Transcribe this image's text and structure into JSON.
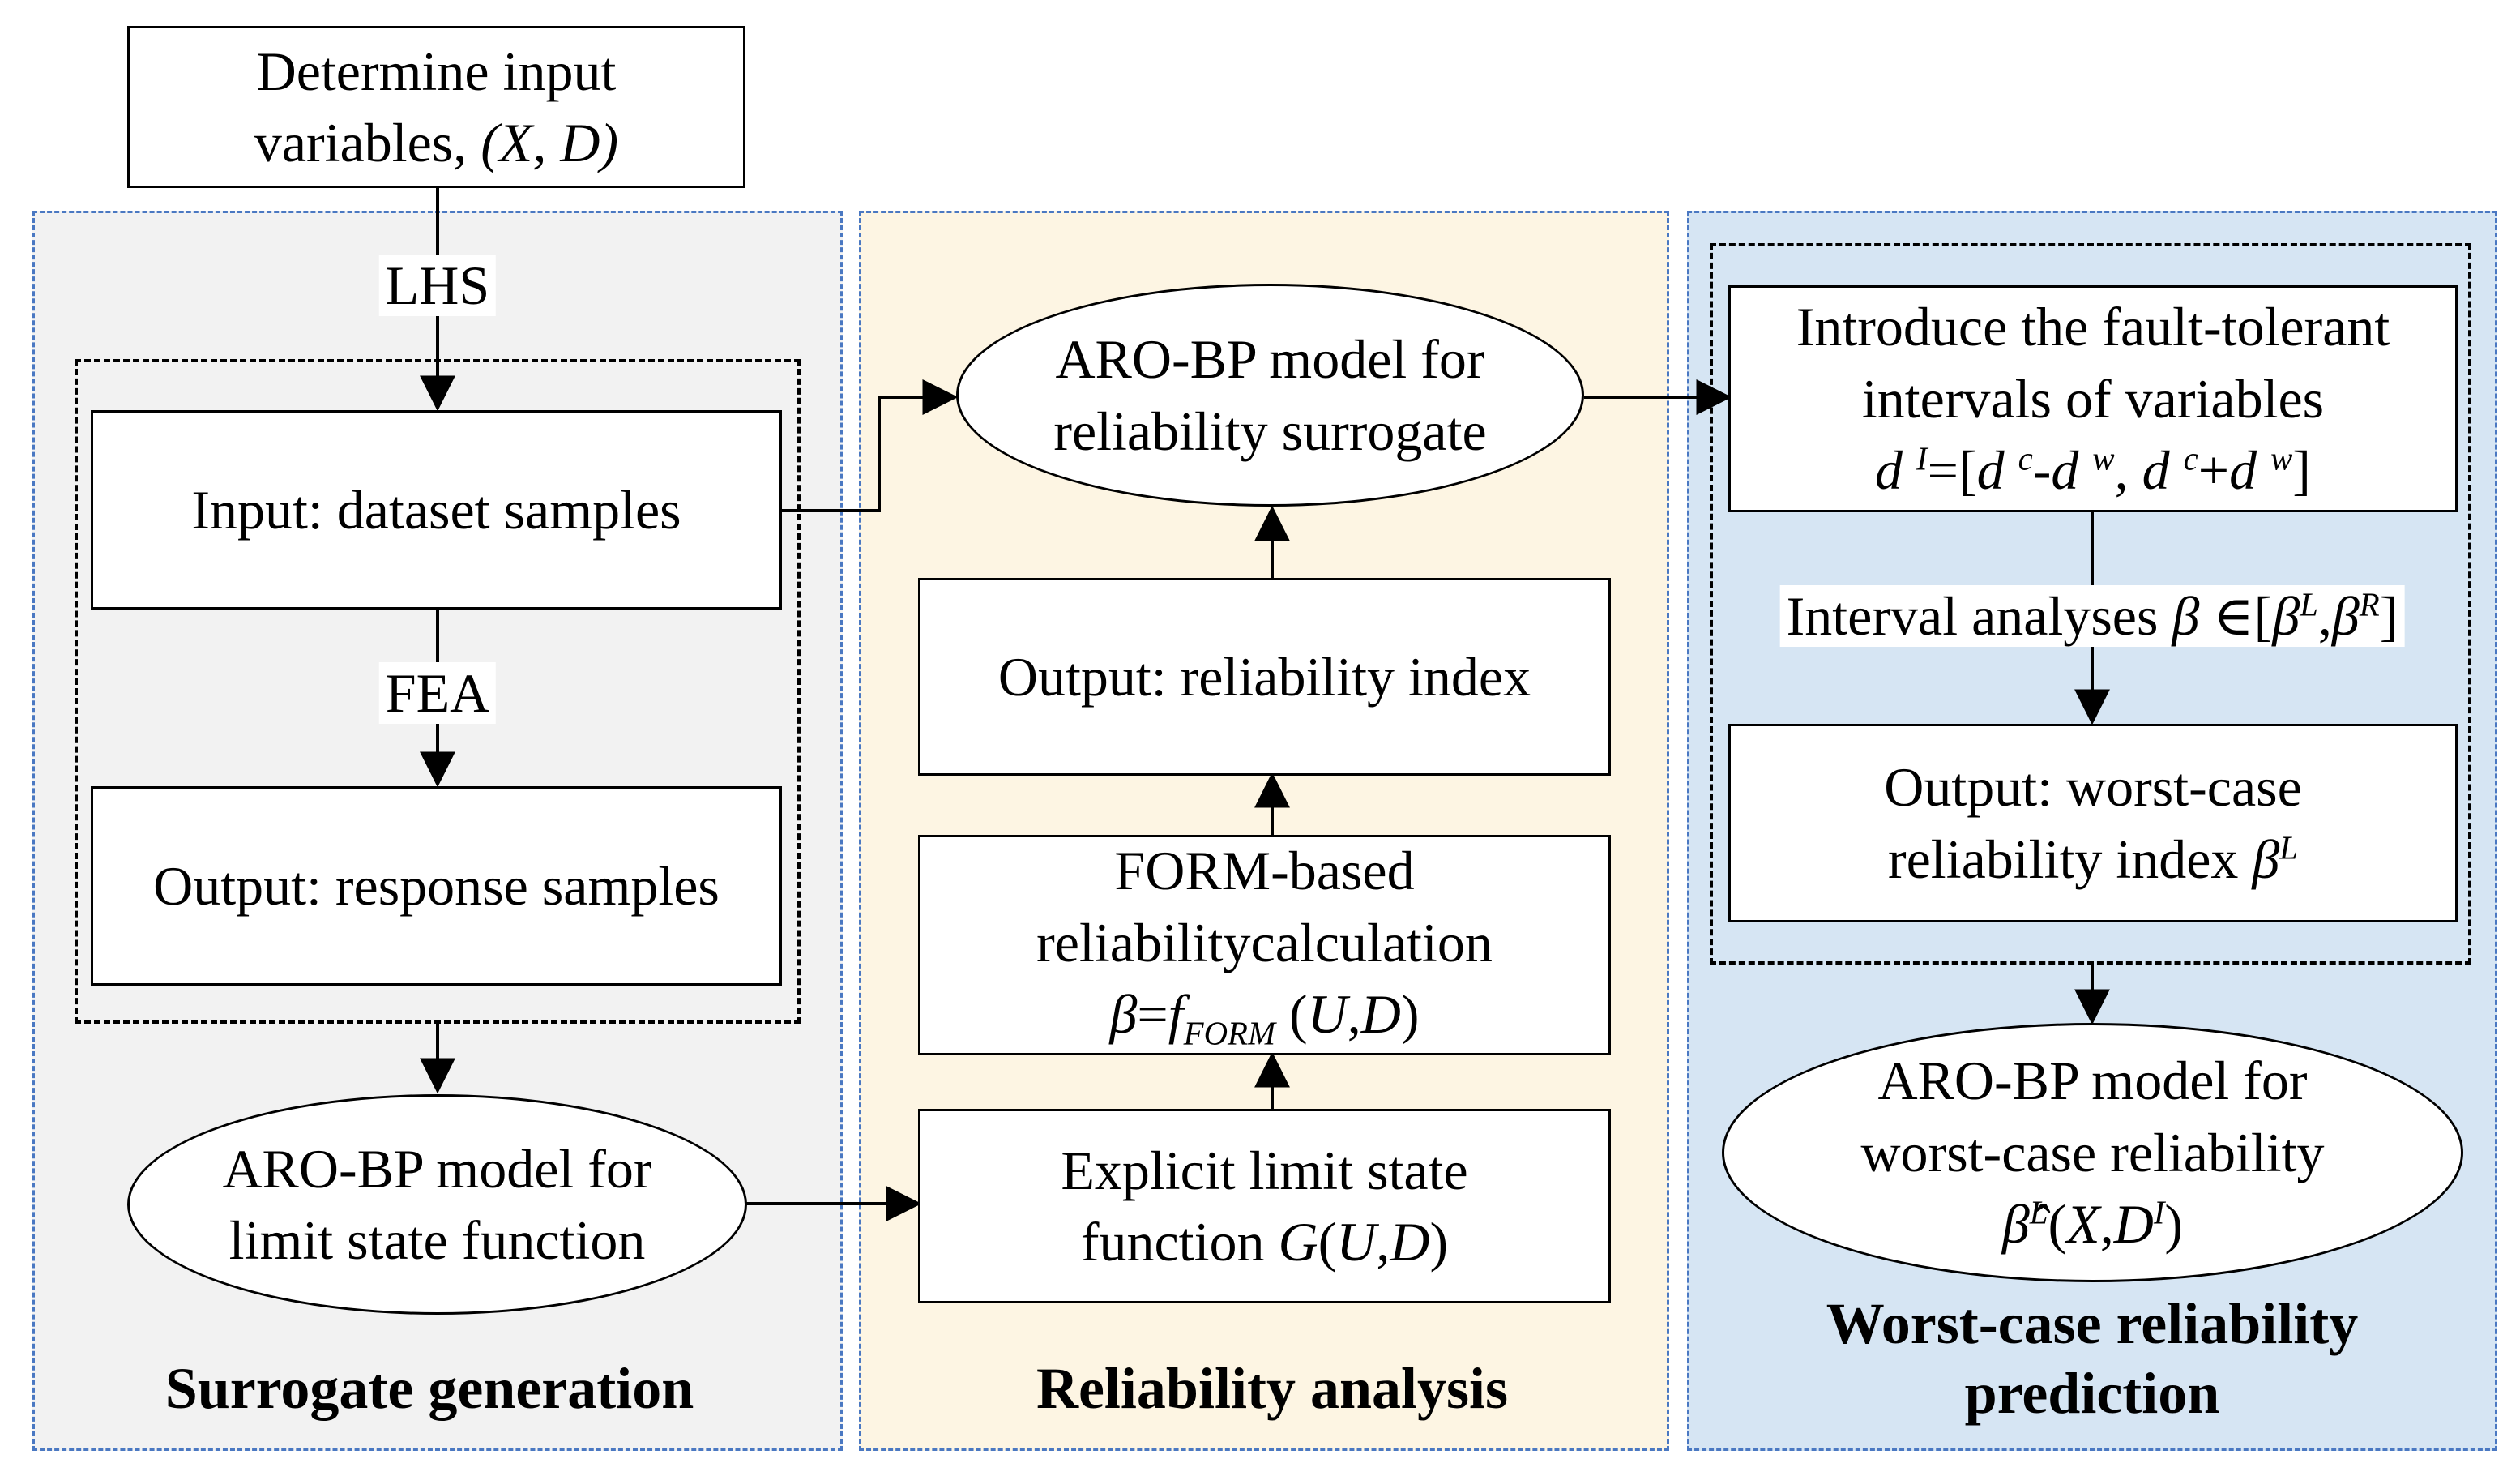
{
  "start": {
    "line1": "Determine input",
    "line2_text": "variables, ",
    "line2_math": "(X, D)"
  },
  "panels": {
    "surrogate": {
      "title": "Surrogate generation",
      "color": "#f2f2f2"
    },
    "reliability": {
      "title": "Reliability analysis",
      "color": "#fdf5e3"
    },
    "worst": {
      "title_line1": "Worst-case reliability",
      "title_line2": "prediction",
      "color": "#d6e5f3"
    }
  },
  "edges": {
    "lhs": "LHS",
    "fea": "FEA",
    "interval_text": "Interval analyses "
  },
  "surrogate": {
    "input_samples": "Input: dataset samples",
    "output_samples": "Output: response samples",
    "limit_model_line1": "ARO-BP model for",
    "limit_model_line2": "limit state function"
  },
  "reliability": {
    "surrogate_model_line1": "ARO-BP model for",
    "surrogate_model_line2": "reliability surrogate",
    "output_index": "Output: reliability index",
    "form_line1": "FORM-based",
    "form_line2": "reliabilitycalculation",
    "explicit_line1": "Explicit limit state",
    "explicit_line2": "function "
  },
  "worst": {
    "intro_line1": "Introduce the fault-tolerant",
    "intro_line2": "intervals of variables",
    "output_line1": "Output: worst-case",
    "output_line2": "reliability index ",
    "model_line1": "ARO-BP model for",
    "model_line2": "worst-case reliability"
  }
}
